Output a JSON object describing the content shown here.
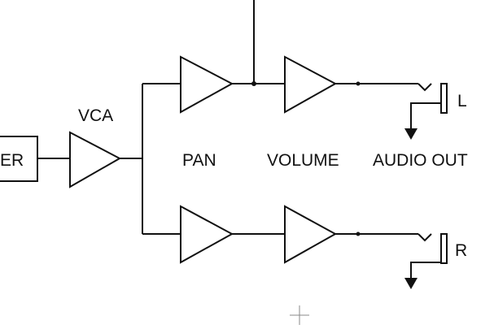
{
  "diagram": {
    "partial_block_label": "ER",
    "vca_label": "VCA",
    "pan_label": "PAN",
    "volume_label": "VOLUME",
    "output_label": "AUDIO OUT",
    "left_channel_label": "L",
    "right_channel_label": "R"
  }
}
